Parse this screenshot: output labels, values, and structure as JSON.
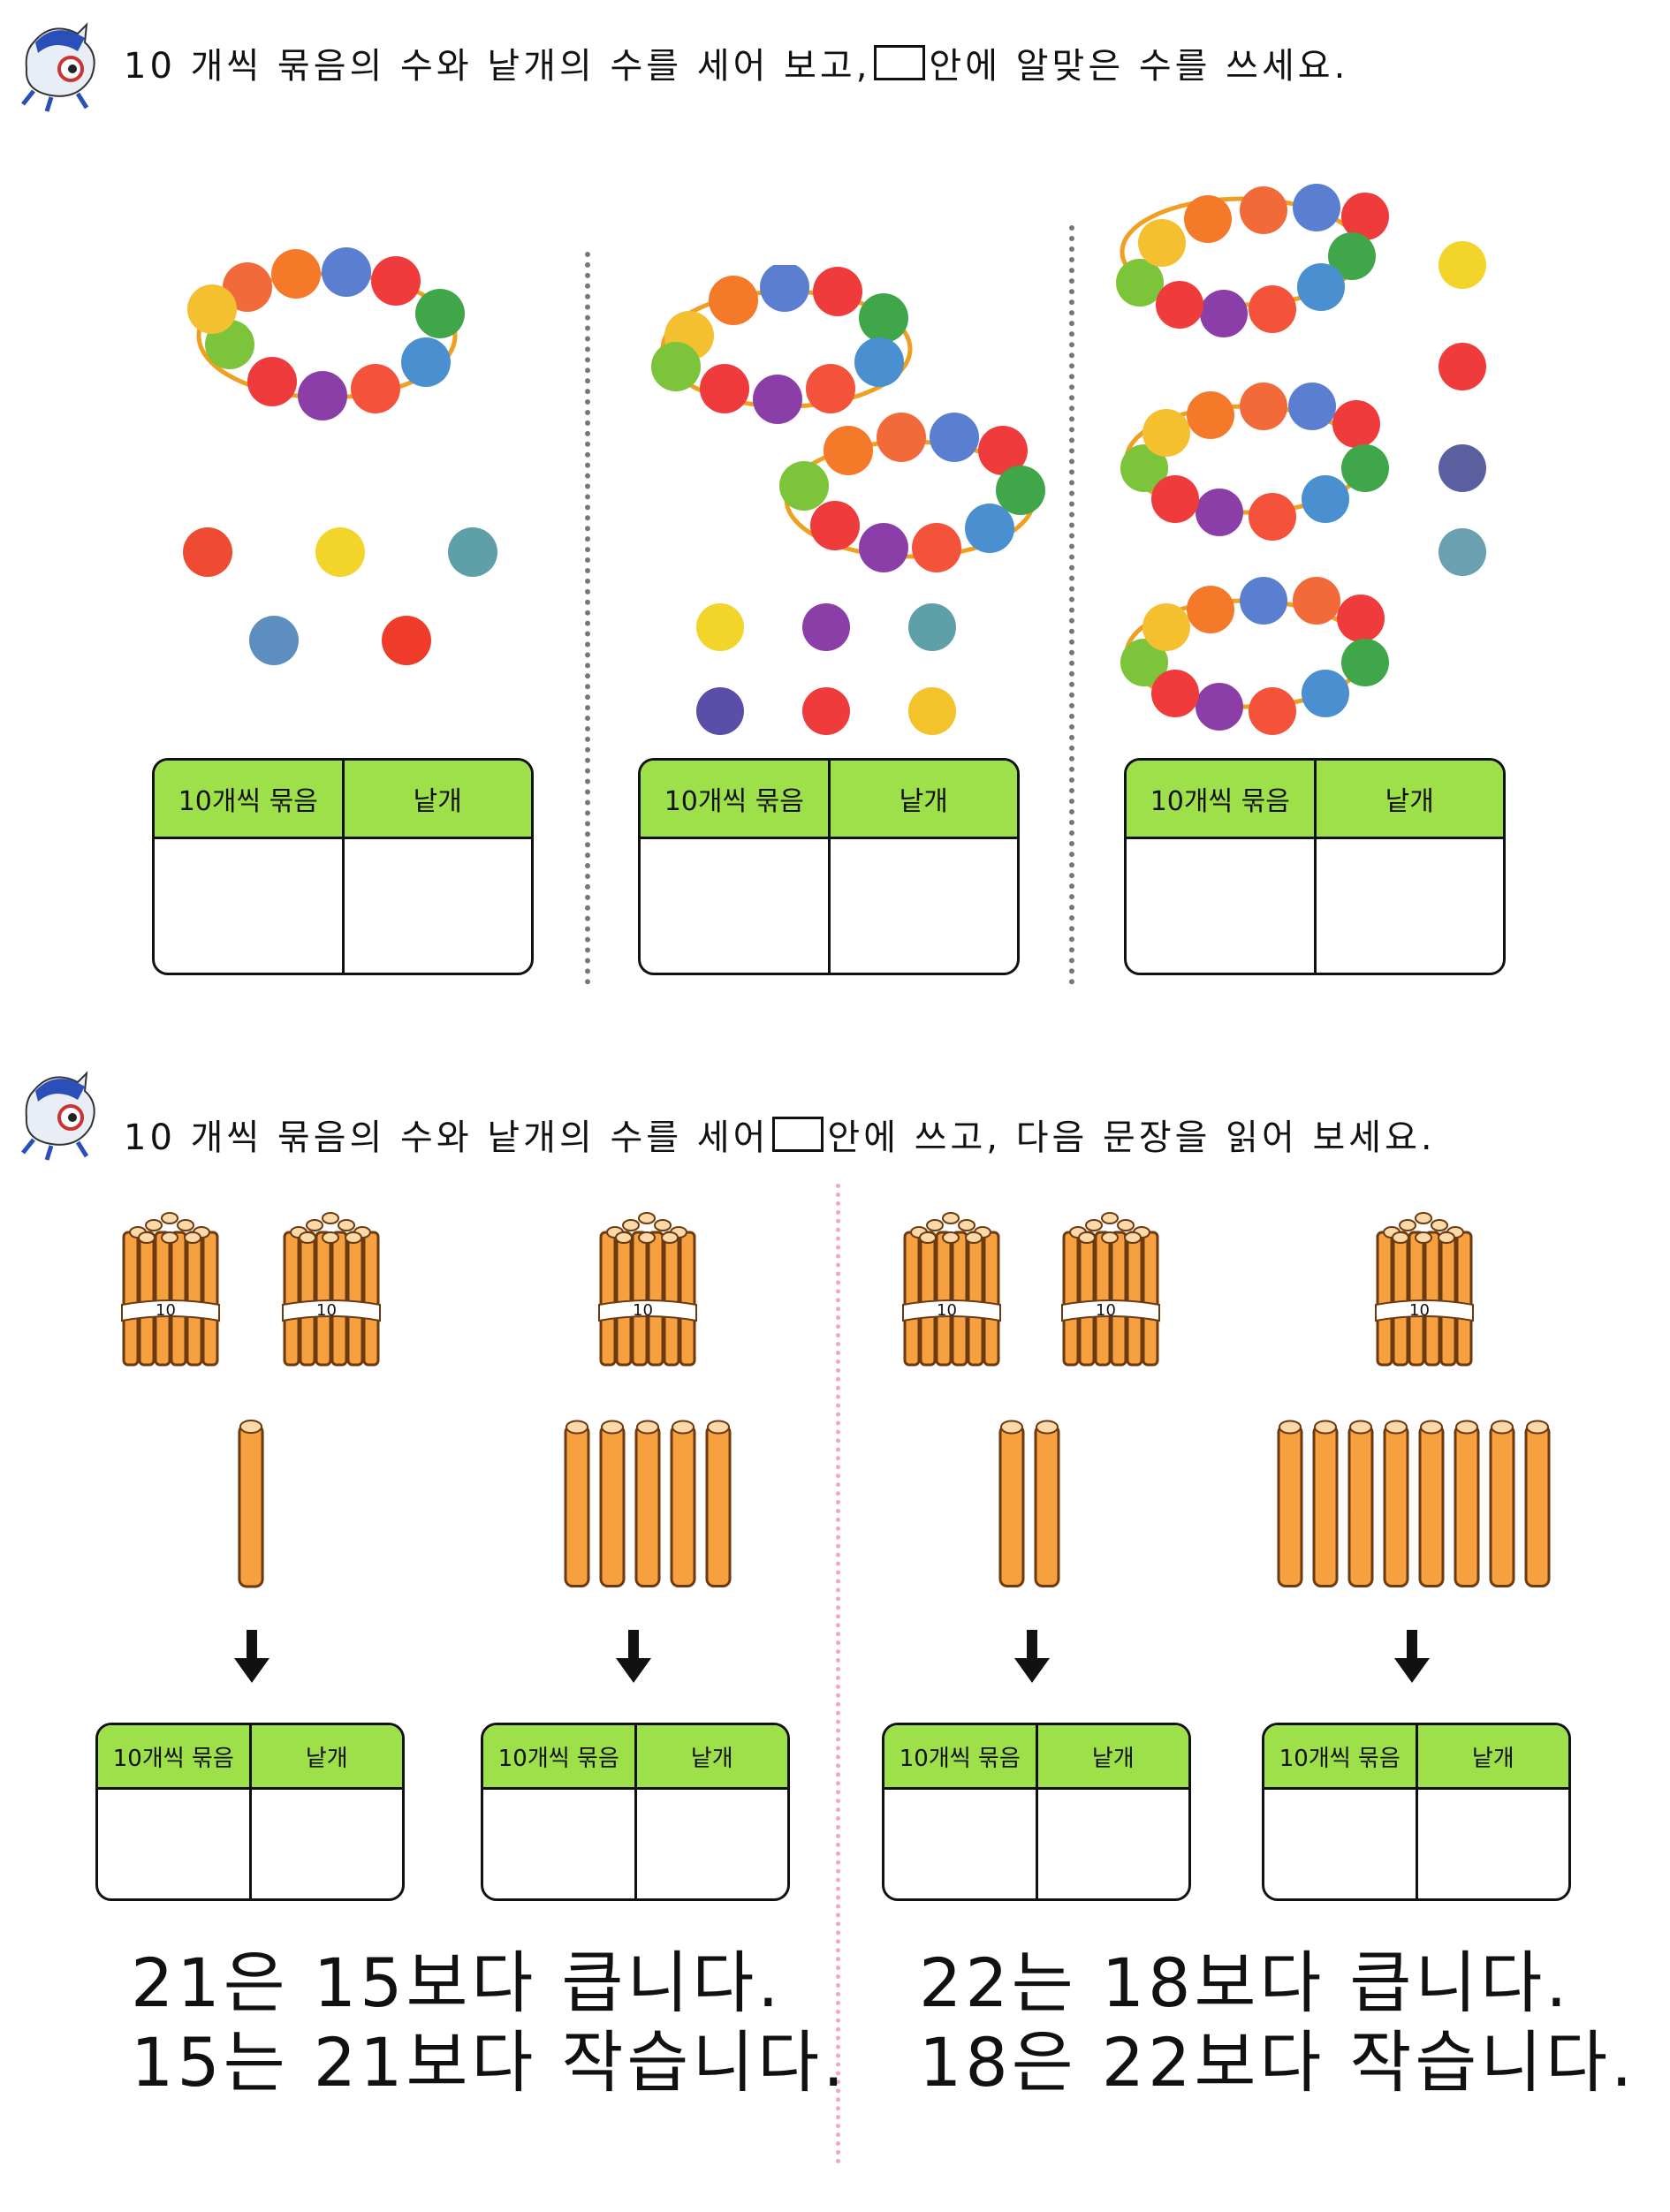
{
  "q1": {
    "instruction_part1": "10 개씩 묶음의 수와 낱개의 수를 세어 보고,",
    "instruction_part2": "안에 알맞은 수를 쓰세요.",
    "table_header_tens": "10개씩 묶음",
    "table_header_ones": "낱개"
  },
  "q2": {
    "instruction_part1": "10 개씩 묶음의 수와 낱개의 수를 세어",
    "instruction_part2": "안에 쓰고, 다음 문장을 읽어 보세요.",
    "table_header_tens": "10개씩 묶음",
    "table_header_ones": "낱개",
    "bundle_label": "10",
    "statements_left": [
      "21은 15보다 큽니다.",
      "15는 21보다 작습니다."
    ],
    "statements_right": [
      "22는 18보다 큽니다.",
      "18은 22보다 작습니다."
    ]
  },
  "colors": {
    "table_header": "#9ee04a",
    "stick": "#f7a040",
    "stick_border": "#6b3a10",
    "divider_pink": "#f4a6c0"
  }
}
